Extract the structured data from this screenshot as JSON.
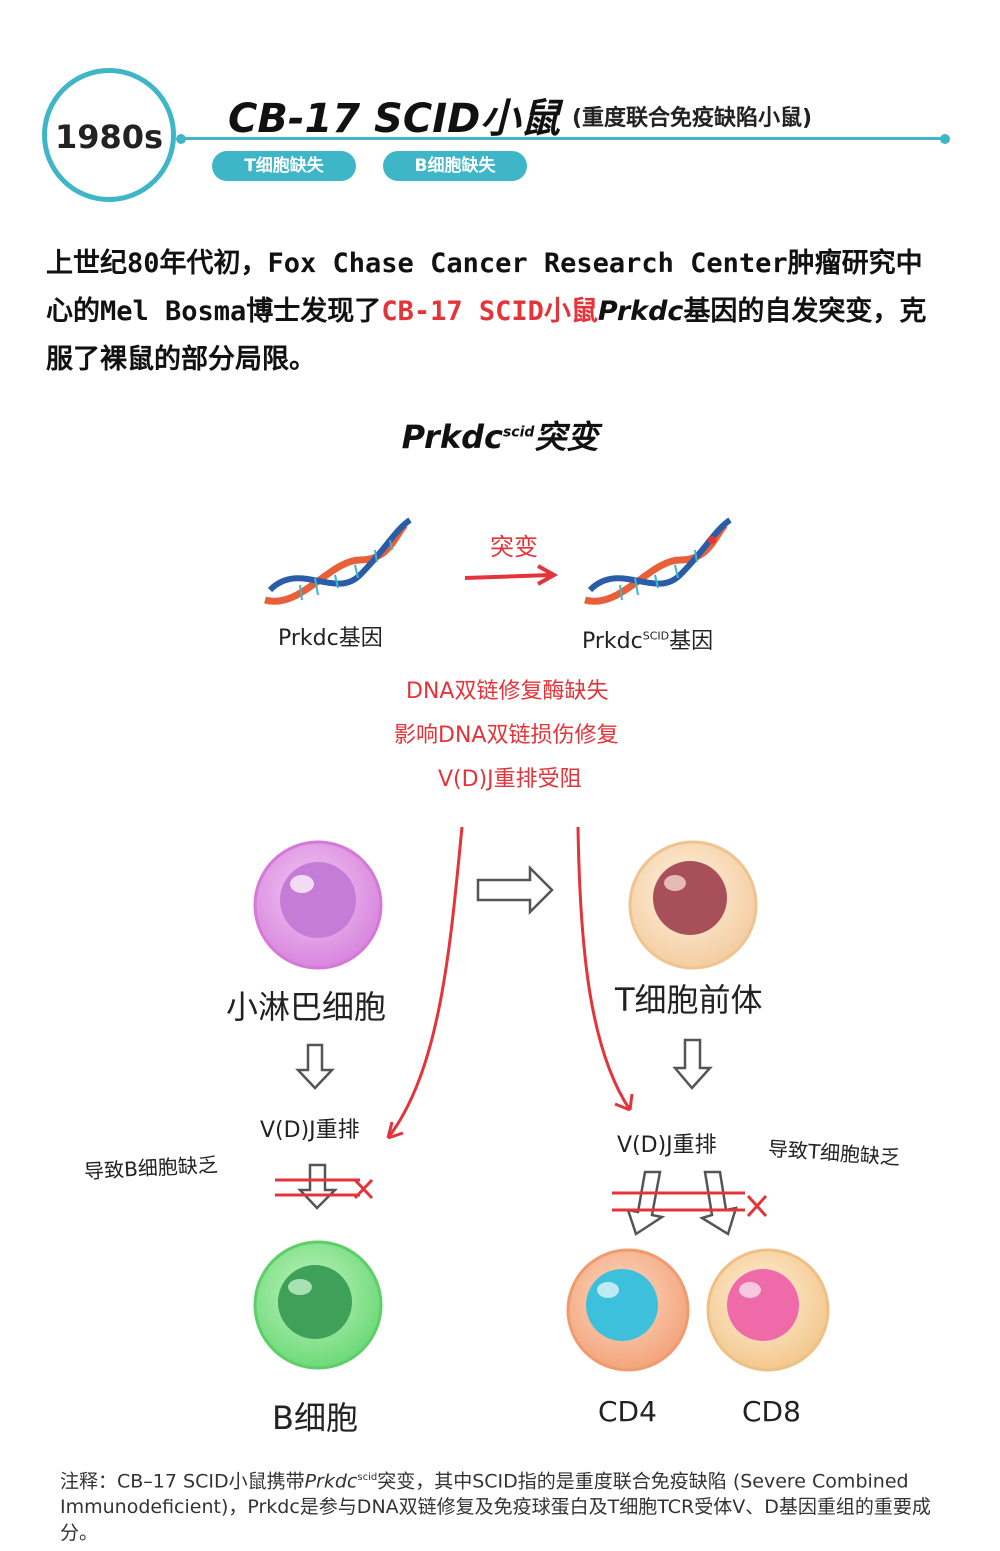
{
  "header": {
    "year": "1980s",
    "title": "CB-17 SCID小鼠",
    "title_sub": "(重度联合免疫缺陷小鼠)",
    "tags": [
      "T细胞缺失",
      "B细胞缺失"
    ]
  },
  "intro": {
    "part1": "上世纪80年代初，Fox Chase Cancer Research Center肿瘤研究中心的Mel Bosma博士发现了",
    "highlight": "CB-17 SCID小鼠",
    "gene": "Prkdc",
    "part2": "基因的自发突变，克服了裸鼠的部分局限。"
  },
  "diagram": {
    "heading_gene": "Prkdc",
    "heading_sup": "scid",
    "heading_suffix": "突变",
    "mutation_label": "突变",
    "gene_left": "Prkdc基因",
    "gene_right_prefix": "Prkdc",
    "gene_right_sup": "SCID",
    "gene_right_suffix": "基因",
    "effects": [
      "DNA双链修复酶缺失",
      "影响DNA双链损伤修复",
      "V(D)J重排受阻"
    ],
    "left_cell": "小淋巴细胞",
    "right_cell": "T细胞前体",
    "vdj_left": "V(D)J重排",
    "vdj_right": "V(D)J重排",
    "lack_b": "导致B细胞缺乏",
    "lack_t": "导致T细胞缺乏",
    "b_cell": "B细胞",
    "cd4": "CD4",
    "cd8": "CD8"
  },
  "note": {
    "prefix": "注释：CB–17 SCID小鼠携带",
    "gene": "Prkdc",
    "sup": "scid",
    "rest": "突变，其中SCID指的是重度联合免疫缺陷 (Severe Combined Immunodeficient)，Prkdc是参与DNA双链修复及免疫球蛋白及T细胞TCR受体V、D基因重组的重要成分。"
  },
  "colors": {
    "accent": "#3fb6c7",
    "highlight": "#e5333a"
  }
}
